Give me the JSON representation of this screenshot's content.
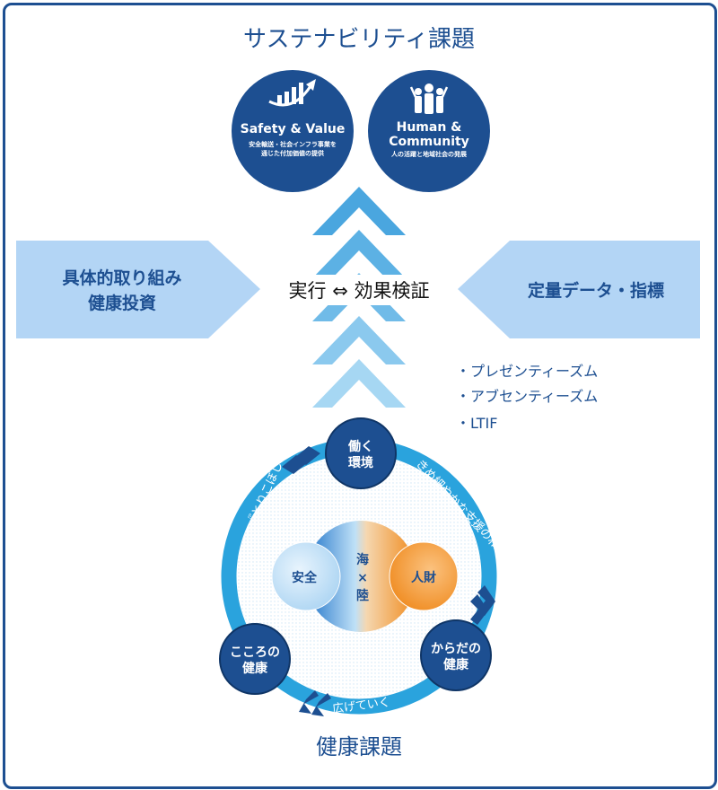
{
  "top_title": "サステナビリティ課題",
  "bottom_title": "健康課題",
  "goals": [
    {
      "icon": "chart-arrow-icon",
      "title": "Safety & Value",
      "desc_line1": "安全輸送・社会インフラ事業を",
      "desc_line2": "通じた付加価値の提供"
    },
    {
      "icon": "people-icon",
      "title_line1": "Human &",
      "title_line2": "Community",
      "desc": "人の活躍と地域社会の発展"
    }
  ],
  "left_arrow": {
    "line1": "具体的取り組み",
    "line2": "健康投資"
  },
  "right_arrow": {
    "label": "定量データ・指標"
  },
  "center_label": "実行 ⇔ 効果検証",
  "indicators": [
    "・プレゼンティーズム",
    "・アブセンティーズム",
    "・LTIF"
  ],
  "cycle": {
    "nodes": {
      "work": {
        "line1": "働く",
        "line2": "環境"
      },
      "body": {
        "line1": "からだの",
        "line2": "健康"
      },
      "mind": {
        "line1": "こころの",
        "line2": "健康"
      }
    },
    "arc_labels": {
      "left": "『とりこぼしのない』",
      "right": "きめ細やかな支援の和を",
      "bottom": "広げていく"
    },
    "core": {
      "left": "安全",
      "center_line1": "海",
      "center_line2": "×",
      "center_line3": "陸",
      "right": "人財"
    }
  },
  "colors": {
    "navy": "#1d4f91",
    "ring": "#2aa3dd",
    "light_blue": "#b3d5f5",
    "orange": "#f08a1c"
  }
}
